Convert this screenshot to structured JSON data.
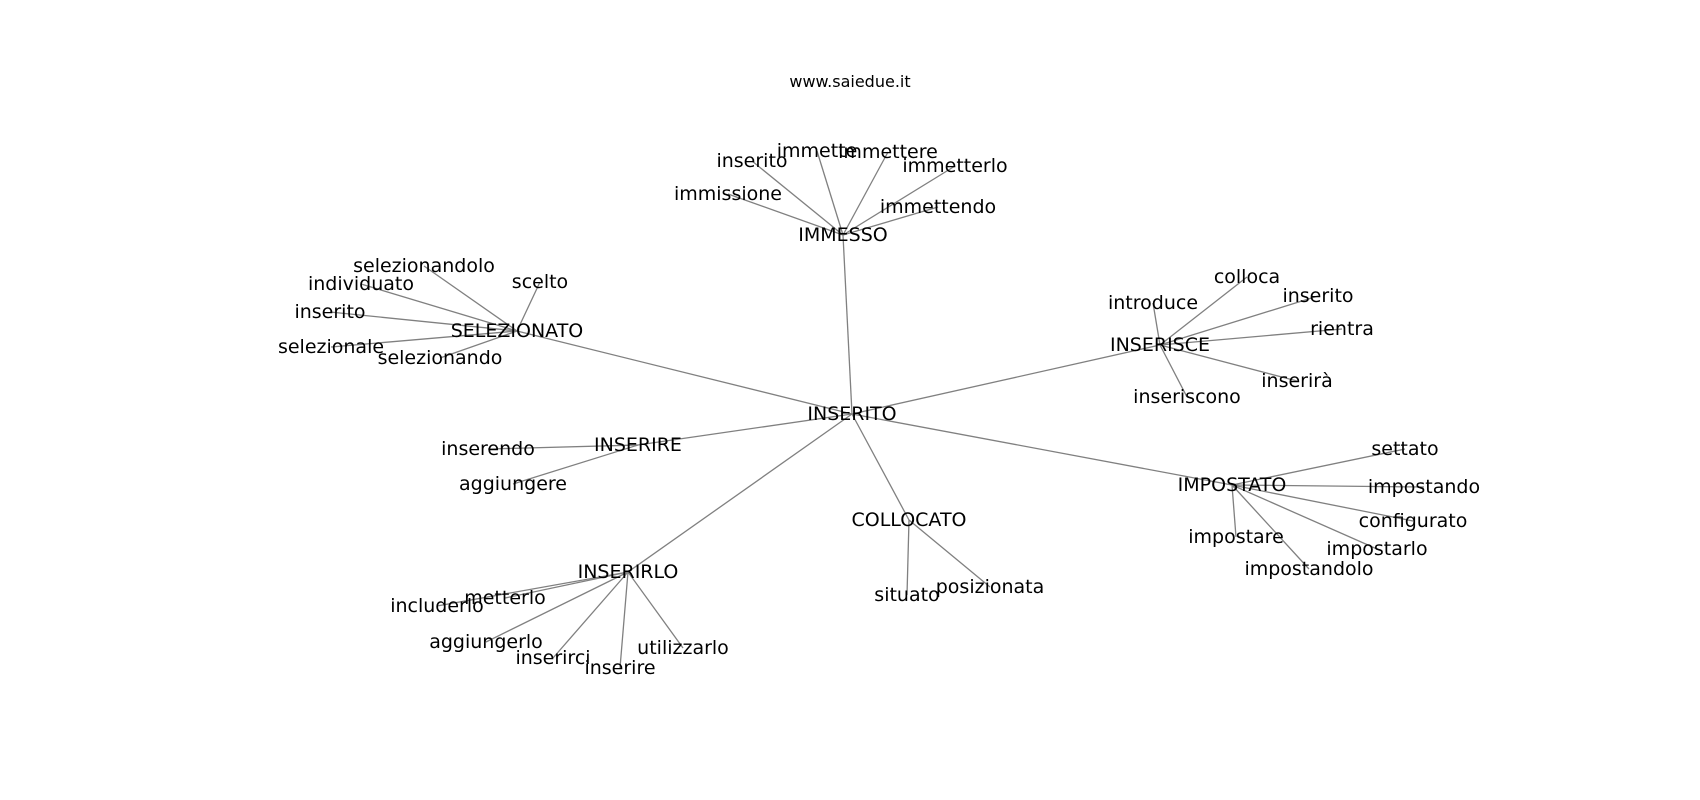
{
  "site_label": "www.saiedue.it",
  "center": "INSERITO",
  "hubs": [
    {
      "id": "immesso",
      "label": "IMMESSO",
      "leaves": [
        "inserito",
        "immette",
        "immettere",
        "immetterlo",
        "immissione",
        "immettendo"
      ]
    },
    {
      "id": "selezionato",
      "label": "SELEZIONATO",
      "leaves": [
        "selezionandolo",
        "individuato",
        "scelto",
        "inserito",
        "selezionale",
        "selezionando"
      ]
    },
    {
      "id": "inserisce",
      "label": "INSERISCE",
      "leaves": [
        "colloca",
        "introduce",
        "inserito",
        "rientra",
        "inserirà",
        "inseriscono"
      ]
    },
    {
      "id": "inserire",
      "label": "INSERIRE",
      "leaves": [
        "inserendo",
        "aggiungere"
      ]
    },
    {
      "id": "impostato",
      "label": "IMPOSTATO",
      "leaves": [
        "settato",
        "impostando",
        "configurato",
        "impostare",
        "impostarlo",
        "impostandolo"
      ]
    },
    {
      "id": "collocato",
      "label": "COLLOCATO",
      "leaves": [
        "situato",
        "posizionata"
      ]
    },
    {
      "id": "inserirlo",
      "label": "INSERIRLO",
      "leaves": [
        "metterlo",
        "includerlo",
        "aggiungerlo",
        "inserirci",
        "inserire",
        "utilizzarlo"
      ]
    }
  ]
}
